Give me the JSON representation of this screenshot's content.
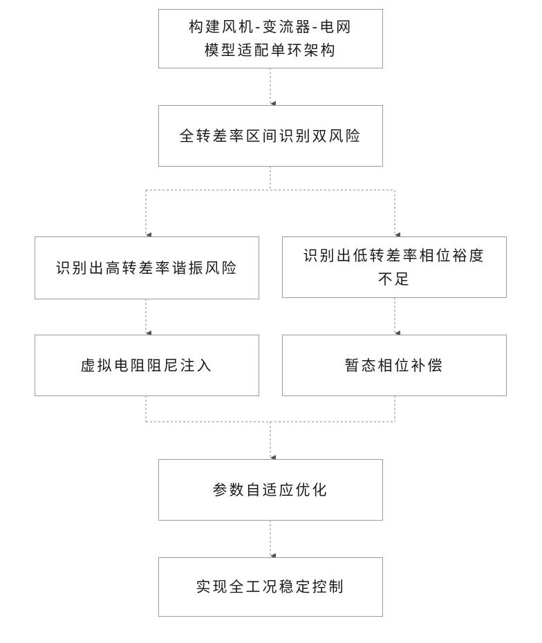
{
  "diagram": {
    "nodes": {
      "build_architecture": "构建风机-变流器-电网模型适配单环架构",
      "identify_dual_risk": "全转差率区间识别双风险",
      "high_slip_risk": "识别出高转差率谐振风险",
      "low_slip_margin": "识别出低转差率相位裕度不足",
      "virtual_resistor": "虚拟电阻阻尼注入",
      "transient_phase": "暂态相位补偿",
      "adaptive_optimization": "参数自适应优化",
      "stable_control": "实现全工况稳定控制"
    },
    "colors": {
      "border": "#9a9a9a",
      "arrow": "#555555",
      "text": "#1a1a1a"
    }
  }
}
